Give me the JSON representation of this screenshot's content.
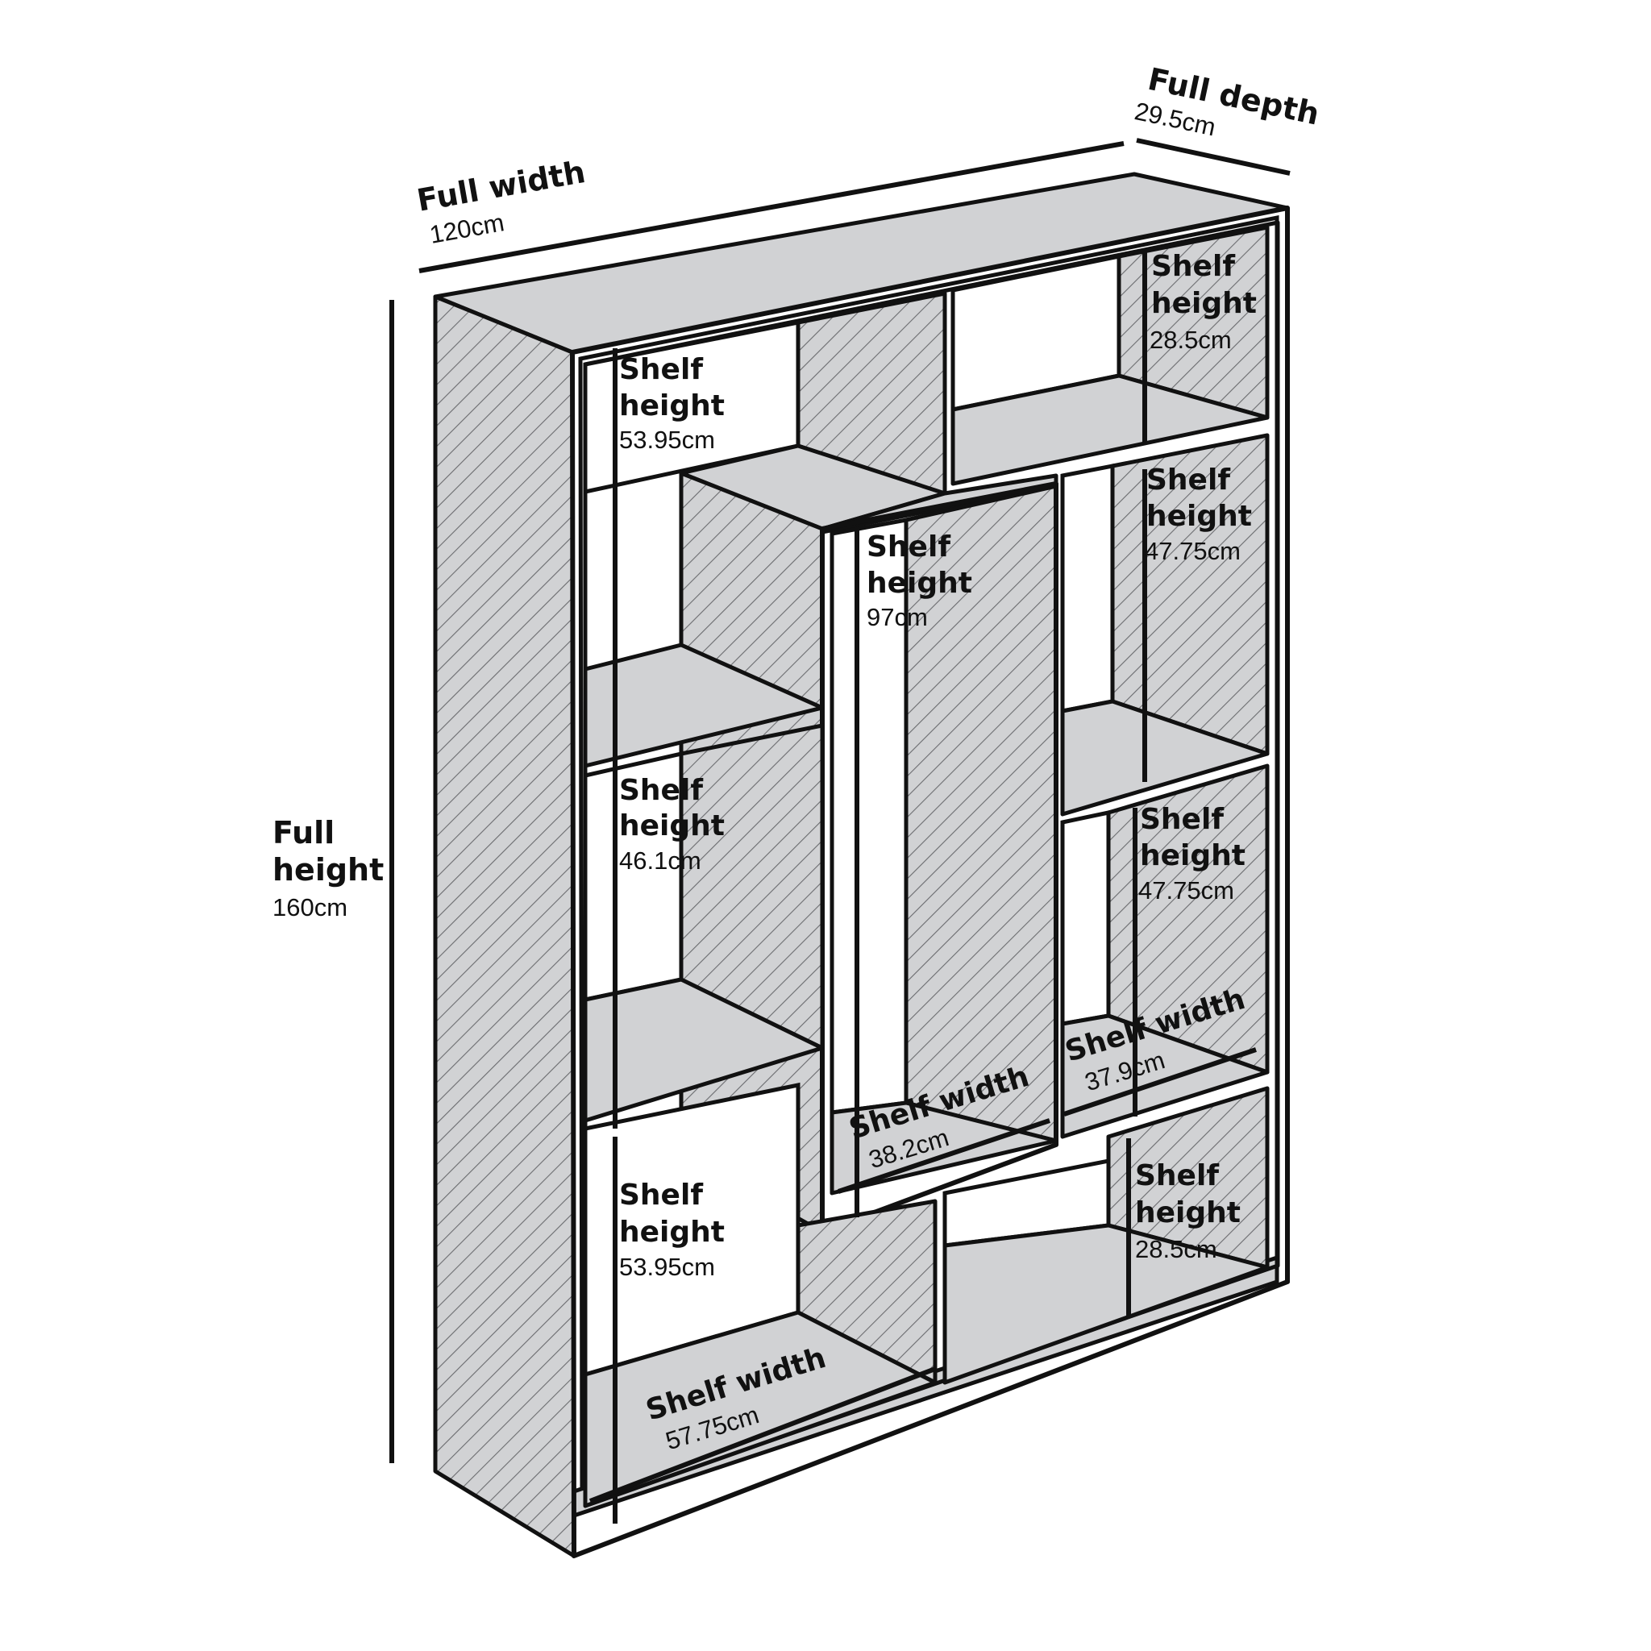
{
  "overall": {
    "width": {
      "label": "Full width",
      "value": "120cm"
    },
    "depth": {
      "label": "Full depth",
      "value": "29.5cm"
    },
    "height": {
      "label_line1": "Full",
      "label_line2": "height",
      "value": "160cm"
    }
  },
  "shelf_heights": [
    {
      "line1": "Shelf",
      "line2": "height",
      "value": "53.95cm"
    },
    {
      "line1": "Shelf",
      "line2": "height",
      "value": "28.5cm"
    },
    {
      "line1": "Shelf",
      "line2": "height",
      "value": "97cm"
    },
    {
      "line1": "Shelf",
      "line2": "height",
      "value": "47.75cm"
    },
    {
      "line1": "Shelf",
      "line2": "height",
      "value": "46.1cm"
    },
    {
      "line1": "Shelf",
      "line2": "height",
      "value": "47.75cm"
    },
    {
      "line1": "Shelf",
      "line2": "height",
      "value": "53.95cm"
    },
    {
      "line1": "Shelf",
      "line2": "height",
      "value": "28.5cm"
    }
  ],
  "shelf_widths": [
    {
      "label": "Shelf width",
      "value": "38.2cm"
    },
    {
      "label": "Shelf width",
      "value": "37.9cm"
    },
    {
      "label": "Shelf width",
      "value": "57.75cm"
    }
  ]
}
